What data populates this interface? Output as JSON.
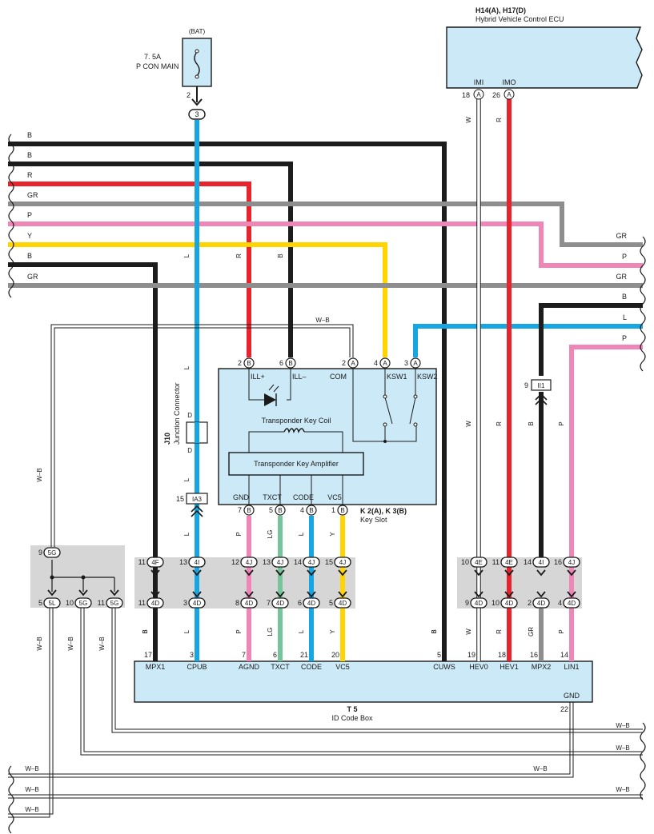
{
  "colors": {
    "B": "#1c1c1c",
    "R": "#e8232b",
    "GR": "#8e8e8e",
    "P": "#ee86b8",
    "Y": "#ffd400",
    "L": "#16a7e3",
    "LG": "#76c49a",
    "W": "#ffffff",
    "box_fill": "#cce9f7",
    "junction_fill": "#d6d6d6"
  },
  "labels": {
    "bat": "(BAT)",
    "fuse_amp": "7. 5A",
    "fuse_name": "P CON MAIN",
    "ecu_code": "H14(A), H17(D)",
    "ecu_name": "Hybrid Vehicle Control ECU",
    "ecu_imi": "IMI",
    "ecu_imo": "IMO",
    "j10_code": "J10",
    "j10_name": "Junction Connector",
    "j10_d": "D",
    "keyslot_code": "K 2(A), K 3(B)",
    "keyslot_name": "Key Slot",
    "coil": "Transponder Key Coil",
    "amplifier": "Transponder Key Amplifier",
    "idbox_code": "T 5",
    "idbox_name": "ID Code Box",
    "gnd": "GND"
  },
  "left_wires": [
    "B",
    "B",
    "R",
    "GR",
    "P",
    "Y",
    "B",
    "GR"
  ],
  "right_wires": [
    "GR",
    "P",
    "GR",
    "B",
    "L",
    "P"
  ],
  "wb_label": "W–B",
  "keyslot_pins_top": [
    {
      "num": "2",
      "conn": "B",
      "name": "ILL+"
    },
    {
      "num": "6",
      "conn": "B",
      "name": "ILL–"
    },
    {
      "num": "2",
      "conn": "A",
      "name": "COM"
    },
    {
      "num": "4",
      "conn": "A",
      "name": "KSW1"
    },
    {
      "num": "3",
      "conn": "A",
      "name": "KSW2"
    }
  ],
  "keyslot_pins_bottom": [
    {
      "num": "7",
      "conn": "B",
      "name": "GND"
    },
    {
      "num": "5",
      "conn": "B",
      "name": "TXCT"
    },
    {
      "num": "4",
      "conn": "B",
      "name": "CODE"
    },
    {
      "num": "1",
      "conn": "B",
      "name": "VC5"
    }
  ],
  "idbox_terms": [
    {
      "pin": "17",
      "name": "MPX1",
      "color": "B",
      "up": {
        "num": "11",
        "conn": "4F"
      },
      "down": {
        "num": "11",
        "conn": "4D"
      }
    },
    {
      "pin": "3",
      "name": "CPUB",
      "color": "L",
      "up": {
        "num": "13",
        "conn": "4I"
      },
      "down": {
        "num": "3",
        "conn": "4D"
      }
    },
    {
      "pin": "7",
      "name": "AGND",
      "color": "P",
      "up": {
        "num": "12",
        "conn": "4J"
      },
      "down": {
        "num": "8",
        "conn": "4D"
      }
    },
    {
      "pin": "6",
      "name": "TXCT",
      "color": "LG",
      "up": {
        "num": "13",
        "conn": "4J"
      },
      "down": {
        "num": "7",
        "conn": "4D"
      }
    },
    {
      "pin": "21",
      "name": "CODE",
      "color": "L",
      "up": {
        "num": "14",
        "conn": "4J"
      },
      "down": {
        "num": "6",
        "conn": "4D"
      }
    },
    {
      "pin": "20",
      "name": "VC5",
      "color": "Y",
      "up": {
        "num": "15",
        "conn": "4J"
      },
      "down": {
        "num": "5",
        "conn": "4D"
      }
    },
    {
      "pin": "5",
      "name": "CUWS",
      "color": "B"
    },
    {
      "pin": "19",
      "name": "HEV0",
      "color": "W",
      "up": {
        "num": "10",
        "conn": "4E"
      },
      "down": {
        "num": "9",
        "conn": "4D"
      }
    },
    {
      "pin": "18",
      "name": "HEV1",
      "color": "R",
      "up": {
        "num": "11",
        "conn": "4E"
      },
      "down": {
        "num": "10",
        "conn": "4D"
      }
    },
    {
      "pin": "16",
      "name": "MPX2",
      "color": "GR",
      "up": {
        "num": "14",
        "conn": "4I"
      },
      "down": {
        "num": "2",
        "conn": "4D"
      }
    },
    {
      "pin": "14",
      "name": "LIN1",
      "color": "P",
      "up": {
        "num": "16",
        "conn": "4J"
      },
      "down": {
        "num": "4",
        "conn": "4D"
      }
    }
  ],
  "left_junction": {
    "top": {
      "num": "9",
      "conn": "5G"
    },
    "bottom": [
      {
        "num": "5",
        "conn": "5L"
      },
      {
        "num": "10",
        "conn": "5G"
      },
      {
        "num": "11",
        "conn": "5G"
      }
    ]
  },
  "pins": {
    "fuse_out": "2",
    "fuse_conn": "3",
    "ecu_imi_num": "18",
    "ecu_imo_num": "26",
    "ecu_conn": "A",
    "ia3_num": "15",
    "ia3": "IA3",
    "ii1_num": "9",
    "ii1": "II1",
    "gnd_pin": "22"
  }
}
